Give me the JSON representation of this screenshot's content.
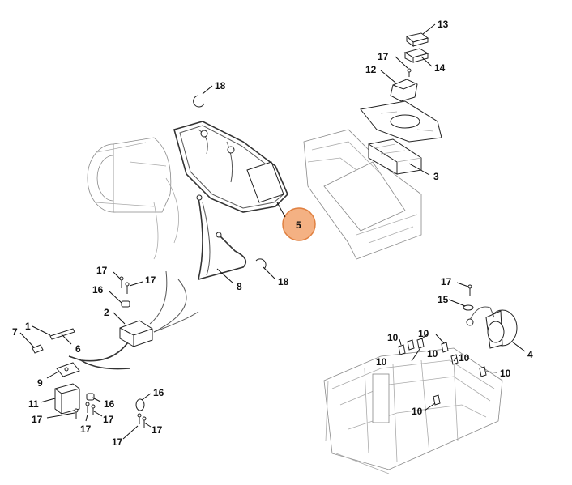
{
  "callouts": [
    {
      "label": "13"
    },
    {
      "label": "17"
    },
    {
      "label": "14"
    },
    {
      "label": "12"
    },
    {
      "label": "18"
    },
    {
      "label": "3"
    },
    {
      "label": "5"
    },
    {
      "label": "18"
    },
    {
      "label": "8"
    },
    {
      "label": "17"
    },
    {
      "label": "17"
    },
    {
      "label": "16"
    },
    {
      "label": "2"
    },
    {
      "label": "1"
    },
    {
      "label": "7"
    },
    {
      "label": "6"
    },
    {
      "label": "9"
    },
    {
      "label": "11"
    },
    {
      "label": "16"
    },
    {
      "label": "16"
    },
    {
      "label": "17"
    },
    {
      "label": "17"
    },
    {
      "label": "17"
    },
    {
      "label": "17"
    },
    {
      "label": "17"
    },
    {
      "label": "17"
    },
    {
      "label": "15"
    },
    {
      "label": "4"
    },
    {
      "label": "10"
    },
    {
      "label": "10"
    },
    {
      "label": "10"
    },
    {
      "label": "10"
    },
    {
      "label": "10"
    },
    {
      "label": "10"
    },
    {
      "label": "10"
    }
  ],
  "highlight": {
    "label": "5",
    "color": "#f4b183",
    "stroke": "#e08040"
  },
  "colors": {
    "line": "#222222",
    "ghost": "#888888",
    "background": "#ffffff"
  }
}
